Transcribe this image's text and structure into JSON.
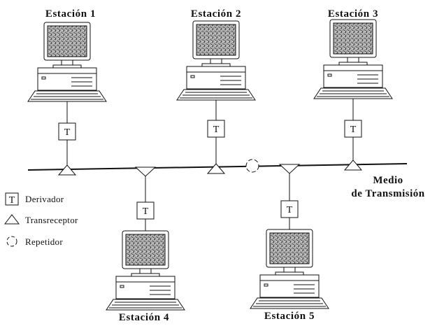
{
  "stations": [
    {
      "label": "Estación 1"
    },
    {
      "label": "Estación 2"
    },
    {
      "label": "Estación 3"
    },
    {
      "label": "Estación 4"
    },
    {
      "label": "Estación 5"
    }
  ],
  "medium": {
    "line1": "Medio",
    "line2": "de Transmisión"
  },
  "tap_letter": "T",
  "legend": {
    "tap_letter": "T",
    "tap": "Derivador",
    "transceiver": "Transreceptor",
    "repeater": "Repetidor"
  },
  "colors": {
    "line": "#111111",
    "screen": "#9a9a9a",
    "background": "#ffffff"
  }
}
